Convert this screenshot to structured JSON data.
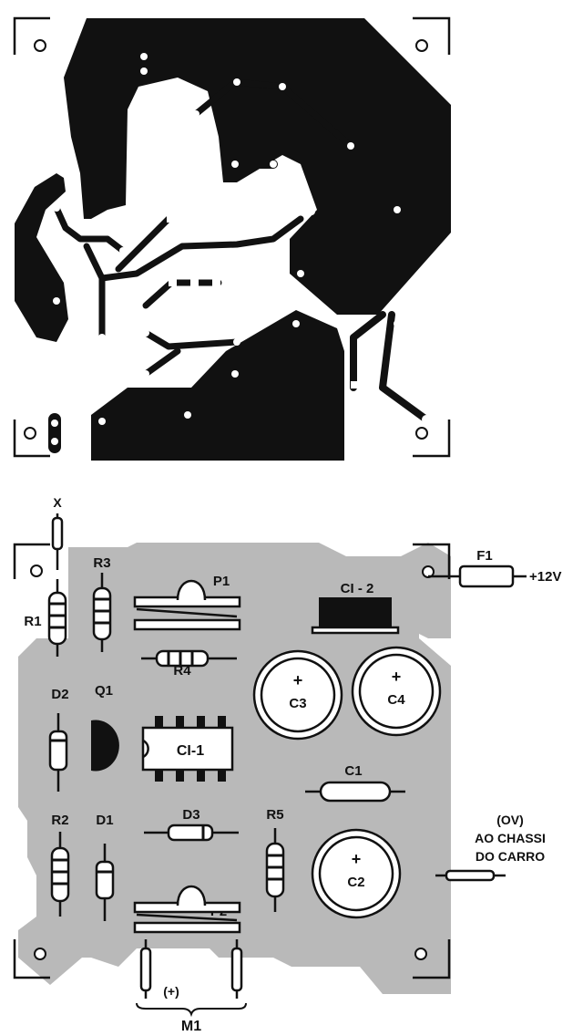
{
  "labels": {
    "x": "X",
    "r1": "R1",
    "r2": "R2",
    "r3": "R3",
    "r4": "R4",
    "r5": "R5",
    "d1": "D1",
    "d2": "D2",
    "d3": "D3",
    "q1": "Q1",
    "p1": "P1",
    "p2": "P2",
    "ci1": "CI-1",
    "ci2": "CI - 2",
    "c1": "C1",
    "c2": "C2",
    "c3": "C3",
    "c4": "C4",
    "f1": "F1",
    "plus12v": "+12V",
    "ov": "(OV)",
    "chassi1": "AO CHASSI",
    "chassi2": "DO CARRO",
    "plus": "(+)",
    "m1": "M1",
    "plus_sign": "+"
  }
}
